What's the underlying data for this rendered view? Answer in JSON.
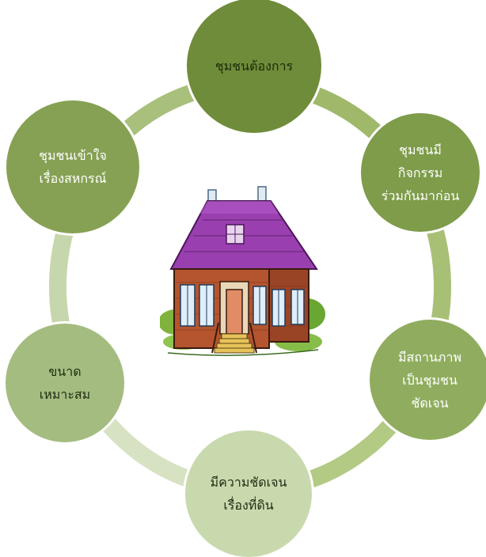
{
  "diagram": {
    "nodes": [
      {
        "id": "top",
        "text": "ชุมชนต้องการ",
        "fill": "#6f8c3a",
        "text_color": "#1c2a08"
      },
      {
        "id": "upper-right",
        "text": "ชุมชนมี\nกิจกรรม\nร่วมกันมาก่อน",
        "fill": "#7e9c4a",
        "text_color": "#ffffff"
      },
      {
        "id": "lower-right",
        "text": "มีสถานภาพ\nเป็นชุมชน\nชัดเจน",
        "fill": "#90ad5f",
        "text_color": "#ffffff"
      },
      {
        "id": "bottom",
        "text": "มีความชัดเจน\nเรื่องที่ดิน",
        "fill": "#c9d9ae",
        "text_color": "#1f2a10"
      },
      {
        "id": "lower-left",
        "text": "ขนาด\nเหมาะสม",
        "fill": "#a4bc80",
        "text_color": "#1f2a10"
      },
      {
        "id": "upper-left",
        "text": "ชุมชนเข้าใจ\nเรื่องสหกรณ์",
        "fill": "#86a153",
        "text_color": "#ffffff"
      }
    ],
    "connector_colors": [
      "#9fb86a",
      "#a8c076",
      "#b3ca85",
      "#d6e2c2",
      "#c7d7ad",
      "#a9c07c"
    ],
    "center_image": "house-illustration"
  }
}
